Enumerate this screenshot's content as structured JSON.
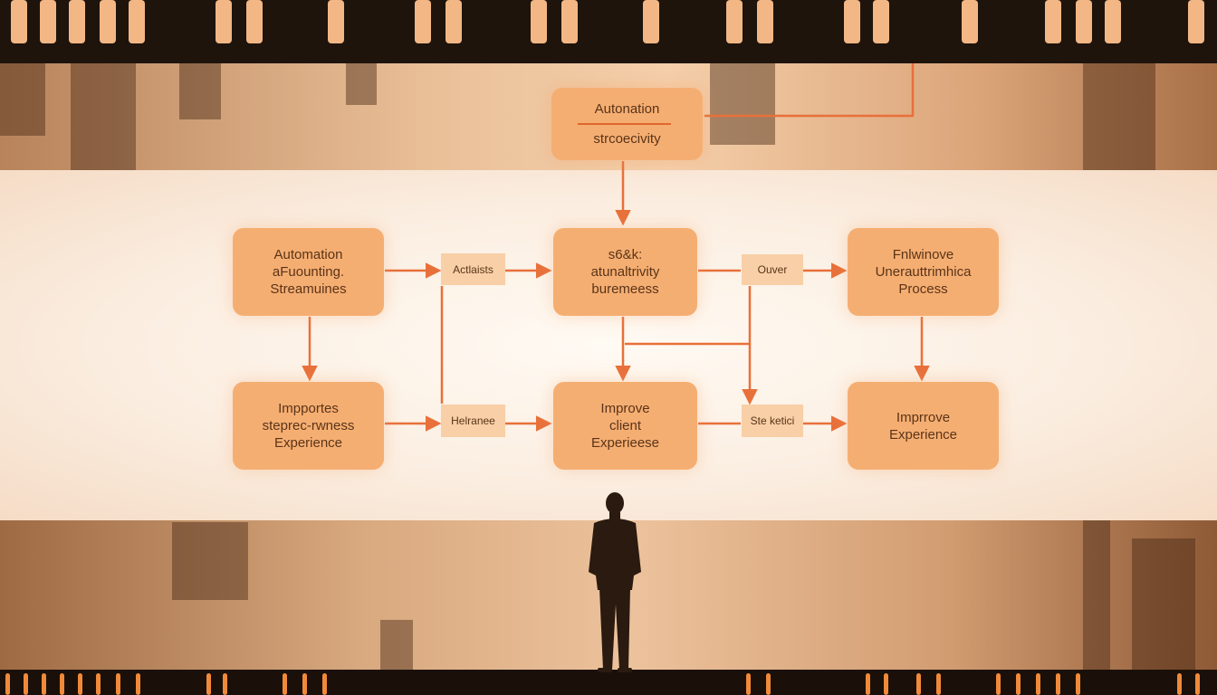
{
  "colors": {
    "node_fill": "#f5ae72",
    "label_fill": "#f8cfa6",
    "connector": "#e8703a",
    "text": "#5a3418",
    "film": "#1e140c",
    "screen": "#fff8f0"
  },
  "nodes": {
    "top": {
      "line1": "Autonation",
      "line2": "strcoecivity"
    },
    "r1c1": {
      "line1": "Automation",
      "line2": "aFuounting.",
      "line3": "Streamuines"
    },
    "r1c2": {
      "line1": "s6&k:",
      "line2": "atunaltrivity",
      "line3": "buremeess"
    },
    "r1c3": {
      "line1": "Fnlwinove",
      "line2": "Unerauttrimhica",
      "line3": "Process"
    },
    "r2c1": {
      "line1": "Impportes",
      "line2": "steprec-rwness",
      "line3": "Experience"
    },
    "r2c2": {
      "line1": "Improve",
      "line2": "client",
      "line3": "Experieese"
    },
    "r2c3": {
      "line1": "Imprrove",
      "line2": "Experience"
    }
  },
  "labels": {
    "r1a": "Actlaists",
    "r1b": "Ouver",
    "r2a": "Helranee",
    "r2b": "Ste ketici"
  }
}
